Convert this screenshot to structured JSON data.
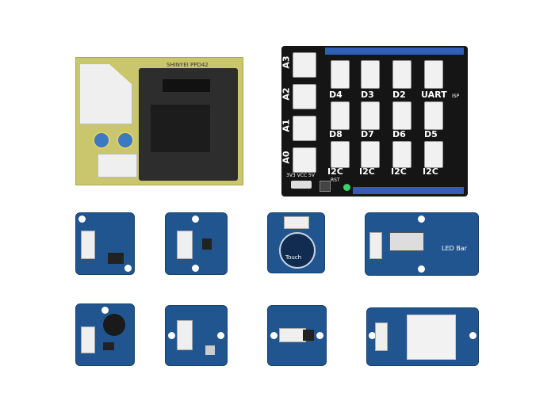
{
  "dust_sensor": {
    "brand_text": "SHINYEI PPD42"
  },
  "base_shield": {
    "analog_labels": [
      "A3",
      "A2",
      "A1",
      "A0"
    ],
    "digital_row1": [
      "D4",
      "D3",
      "D2",
      "UART"
    ],
    "digital_row2": [
      "D8",
      "D7",
      "D6",
      "D5"
    ],
    "i2c_labels": [
      "I2C",
      "I2C",
      "I2C",
      "I2C"
    ],
    "power_label": "3V3 VCC 5V",
    "reset_label": "RST",
    "isp_label": "ISP"
  },
  "modules": {
    "touch_label": "Touch",
    "led_bar_label": "LED Bar"
  },
  "colors": {
    "grove_blue": "#21558f",
    "shield_black": "#151515",
    "sensor_pcb": "#c9c66e"
  }
}
